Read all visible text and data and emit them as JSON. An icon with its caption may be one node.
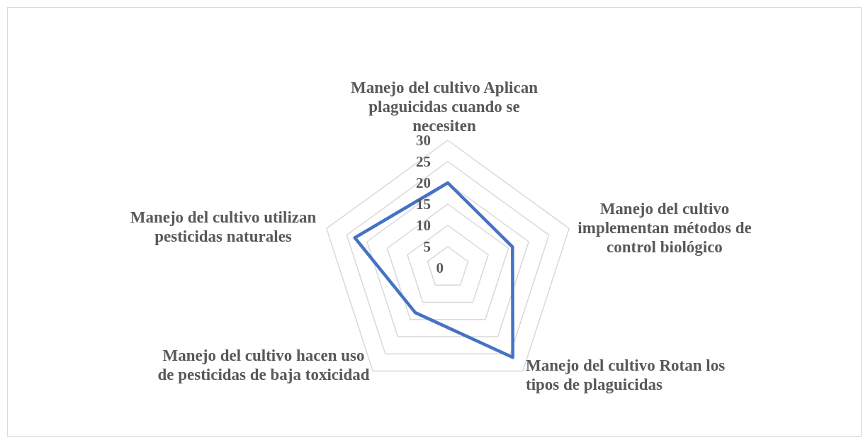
{
  "diagram": {
    "chart_data": {
      "type": "radar",
      "categories": [
        "Manejo del cultivo Aplican plaguicidas cuando se necesiten",
        "Manejo del cultivo implementan métodos de control biológico",
        "Manejo del cultivo Rotan los tipos de plaguicidas",
        "Manejo del cultivo hacen uso de pesticidas de baja toxicidad",
        "Manejo del cultivo utilizan pesticidas naturales"
      ],
      "series": [
        {
          "color": "#4472c4",
          "values": [
            20,
            16,
            26,
            13,
            23
          ]
        }
      ],
      "ylim": [
        0,
        30
      ],
      "yticks": [
        0,
        5,
        10,
        15,
        20,
        25,
        30
      ]
    }
  }
}
